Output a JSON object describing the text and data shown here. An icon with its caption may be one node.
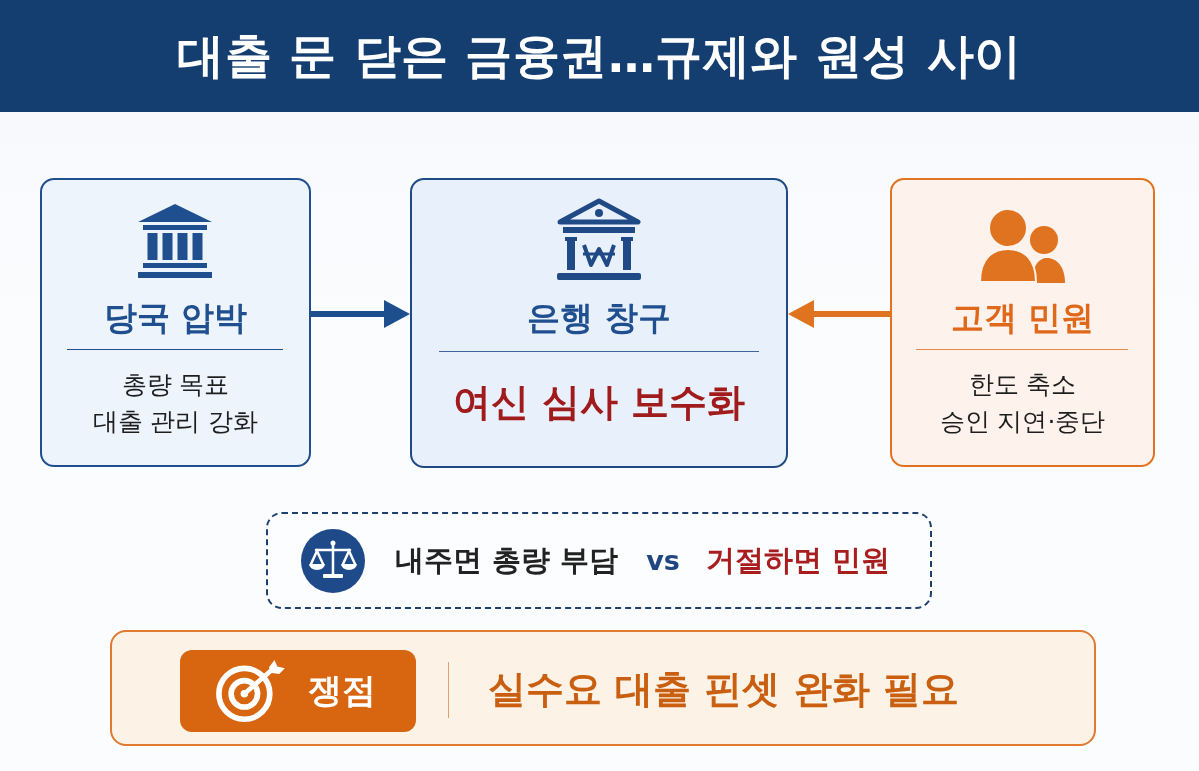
{
  "diagram": {
    "title": "대출 문 닫은 금융권…규제와 원성 사이",
    "nodes": [
      {
        "text": [
          "당국 압박",
          "총량 목표 대출 관리 강화"
        ]
      },
      {
        "text": [
          "은행 창구",
          "여신 심사 보수화"
        ]
      },
      {
        "text": [
          "고객 민원",
          "한도 축소 승인 지연·중단"
        ]
      },
      {
        "text": [
          "내주면 총량 부담",
          "vs",
          "거절하면 민원"
        ]
      },
      {
        "text": [
          "실수요 대출 핀셋 완화 필요"
        ]
      },
      {
        "text": [
          "쟁점"
        ],
        "in": 4
      }
    ],
    "edges": [
      {
        "from": 0,
        "to": 1,
        "arrow": "to",
        "color": "#1d4f8e"
      },
      {
        "from": 2,
        "to": 1,
        "arrow": "to",
        "color": "#e0731f"
      }
    ]
  }
}
